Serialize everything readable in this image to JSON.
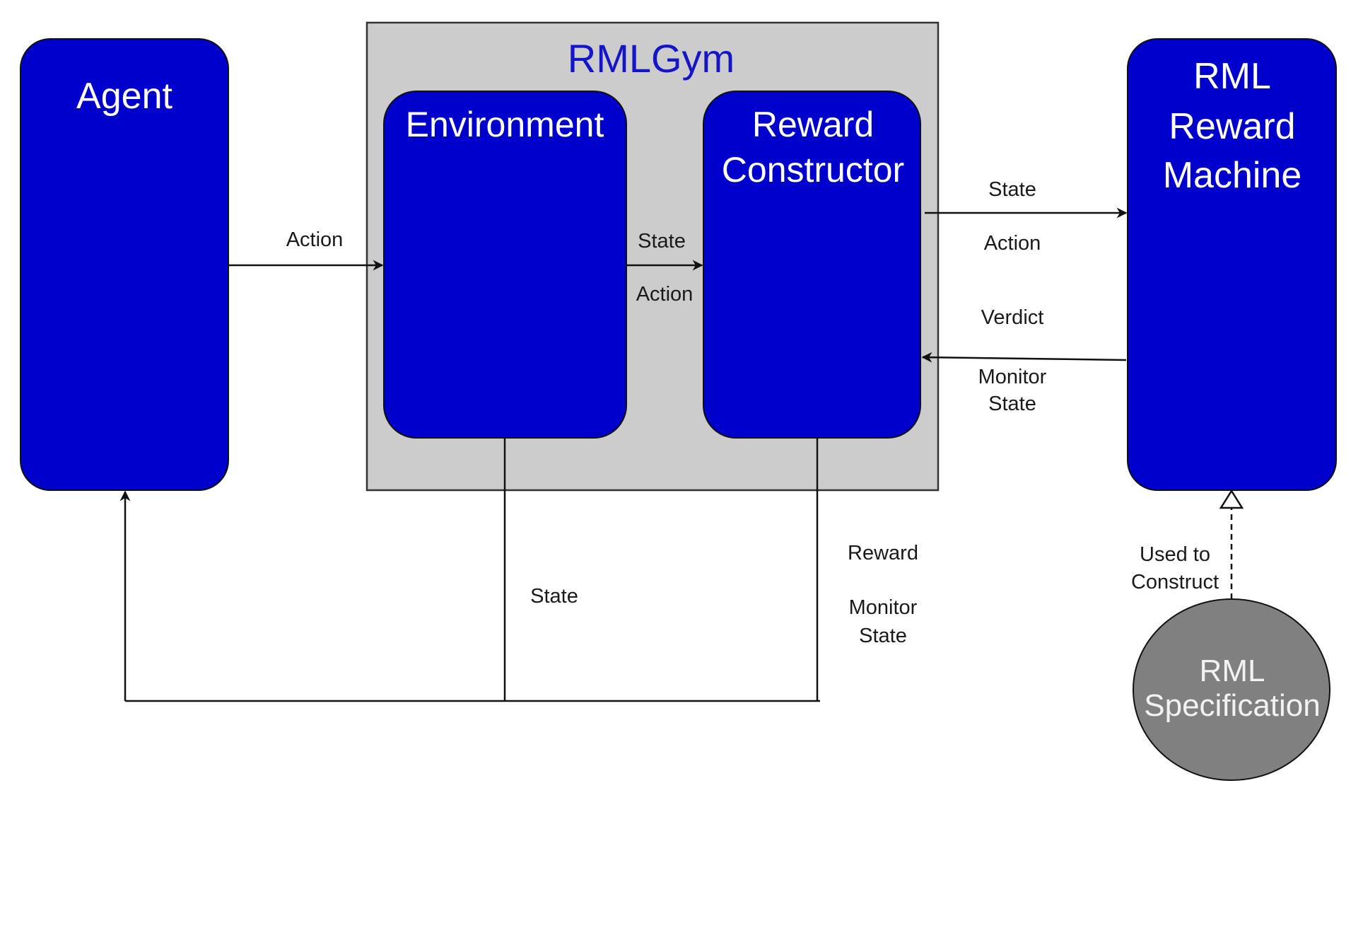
{
  "diagram": {
    "colors": {
      "component_fill": "#0000cc",
      "container_fill": "#cccccc",
      "container_title": "#1515c8",
      "spec_fill": "#808080",
      "line": "#111111"
    },
    "container": {
      "title": "RMLGym"
    },
    "nodes": {
      "agent": {
        "lines": [
          "Agent"
        ]
      },
      "environment": {
        "lines": [
          "Environment"
        ]
      },
      "reward_constructor": {
        "lines": [
          "Reward",
          "Constructor"
        ]
      },
      "rml_reward_machine": {
        "lines": [
          "RML",
          "Reward",
          "Machine"
        ]
      },
      "rml_specification": {
        "lines": [
          "RML",
          "Specification"
        ]
      }
    },
    "edges": {
      "agent_to_environment": {
        "from": "Agent",
        "to": "Environment",
        "labels": [
          "Action"
        ]
      },
      "environment_to_reward_constructor": {
        "from": "Environment",
        "to": "Reward Constructor",
        "labels": [
          "State",
          "Action"
        ]
      },
      "reward_constructor_to_rml": {
        "from": "Reward Constructor",
        "to": "RML Reward Machine",
        "labels": [
          "State",
          "Action"
        ]
      },
      "rml_to_reward_constructor": {
        "from": "RML Reward Machine",
        "to": "Reward Constructor",
        "labels": [
          "Verdict",
          "Monitor",
          "State"
        ]
      },
      "environment_to_agent": {
        "from": "Environment",
        "to": "Agent",
        "labels": [
          "State"
        ]
      },
      "reward_constructor_to_agent": {
        "from": "Reward Constructor",
        "to": "Agent",
        "labels": [
          "Reward",
          "Monitor",
          "State"
        ]
      },
      "spec_to_rml": {
        "from": "RML Specification",
        "to": "RML Reward Machine",
        "style": "dashed",
        "labels": [
          "Used to",
          "Construct"
        ]
      }
    }
  }
}
